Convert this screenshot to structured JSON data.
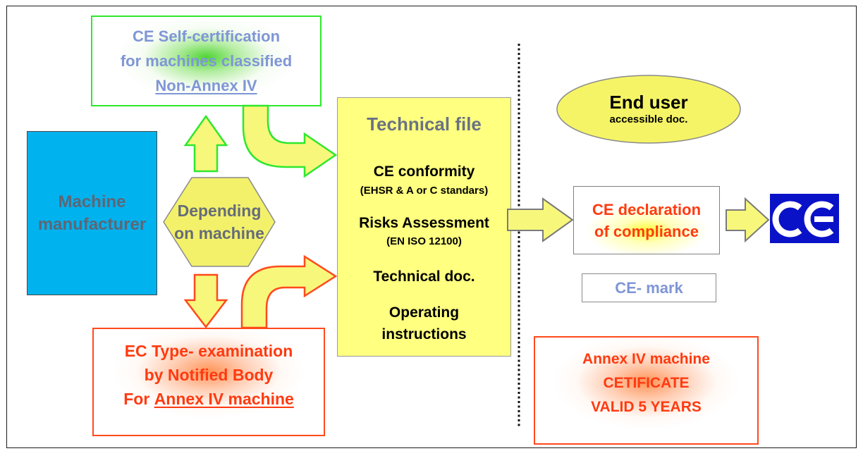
{
  "diagram": {
    "self_certification": {
      "line1": "CE Self-certification",
      "line2": "for machines classified",
      "line3": "Non-Annex IV"
    },
    "manufacturer": {
      "line1": "Machine",
      "line2": "manufacturer"
    },
    "decision": {
      "line1": "Depending",
      "line2": "on machine"
    },
    "type_examination": {
      "line1": "EC Type- examination",
      "line2": "by Notified Body",
      "line3_prefix": "For",
      "line3_underlined": "Annex IV machine"
    },
    "technical_file": {
      "title": "Technical file",
      "sections": [
        {
          "heading": "CE conformity",
          "note": "(EHSR & A or C standars)"
        },
        {
          "heading": "Risks Assessment",
          "note": "(EN ISO 12100)"
        },
        {
          "heading": "Technical doc."
        },
        {
          "lines": [
            "Operating",
            "instructions"
          ]
        }
      ]
    },
    "end_user": {
      "title": "End user",
      "subtitle": "accessible doc."
    },
    "declaration": {
      "line1": "CE declaration",
      "line2": "of compliance"
    },
    "ce_logo": {
      "text": "CE"
    },
    "ce_mark_label": "CE- mark",
    "annex_certificate": {
      "line1": "Annex IV machine",
      "line2": "CETIFICATE",
      "line3": "VALID 5 YEARS"
    }
  },
  "colors": {
    "self_cert_outline": "#2ee82e",
    "annex_outline": "#ff4a1c",
    "annex_text": "#ff3a10",
    "label_blue_text": "#7f96d6",
    "manufacturer_fill": "#00b2ee",
    "technical_file_fill": "#ffff80",
    "ce_logo_blue": "#0a12c8"
  }
}
